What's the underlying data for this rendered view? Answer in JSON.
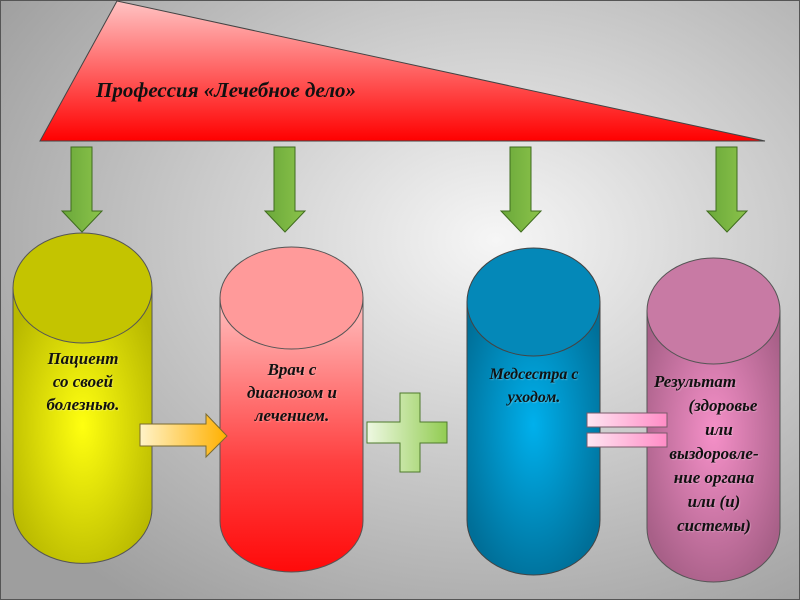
{
  "title": "Профессия «Лечебное дело»",
  "cylinders": [
    {
      "id": "patient",
      "lines": [
        "Пациент",
        "со своей",
        "болезнью."
      ],
      "color": "#e6e600"
    },
    {
      "id": "doctor",
      "lines": [
        "Врач с",
        "диагнозом и",
        "лечением."
      ],
      "color": "#ff2a2a"
    },
    {
      "id": "nurse",
      "lines": [
        "Медсестра с",
        "уходом."
      ],
      "color": "#0a9fd8"
    },
    {
      "id": "result",
      "lines": [
        "Результат",
        "(здоровье",
        "или",
        "выздоровле-",
        "ние органа",
        "или (и)",
        "системы)"
      ],
      "color": "#e47fb4"
    }
  ],
  "operators": {
    "arrow": "arrow-right",
    "plus": "plus",
    "equals": "equals"
  },
  "colors": {
    "triangle": "#ff1a1a",
    "down_arrows": "#7cb944",
    "background": "#d8d8d8"
  }
}
